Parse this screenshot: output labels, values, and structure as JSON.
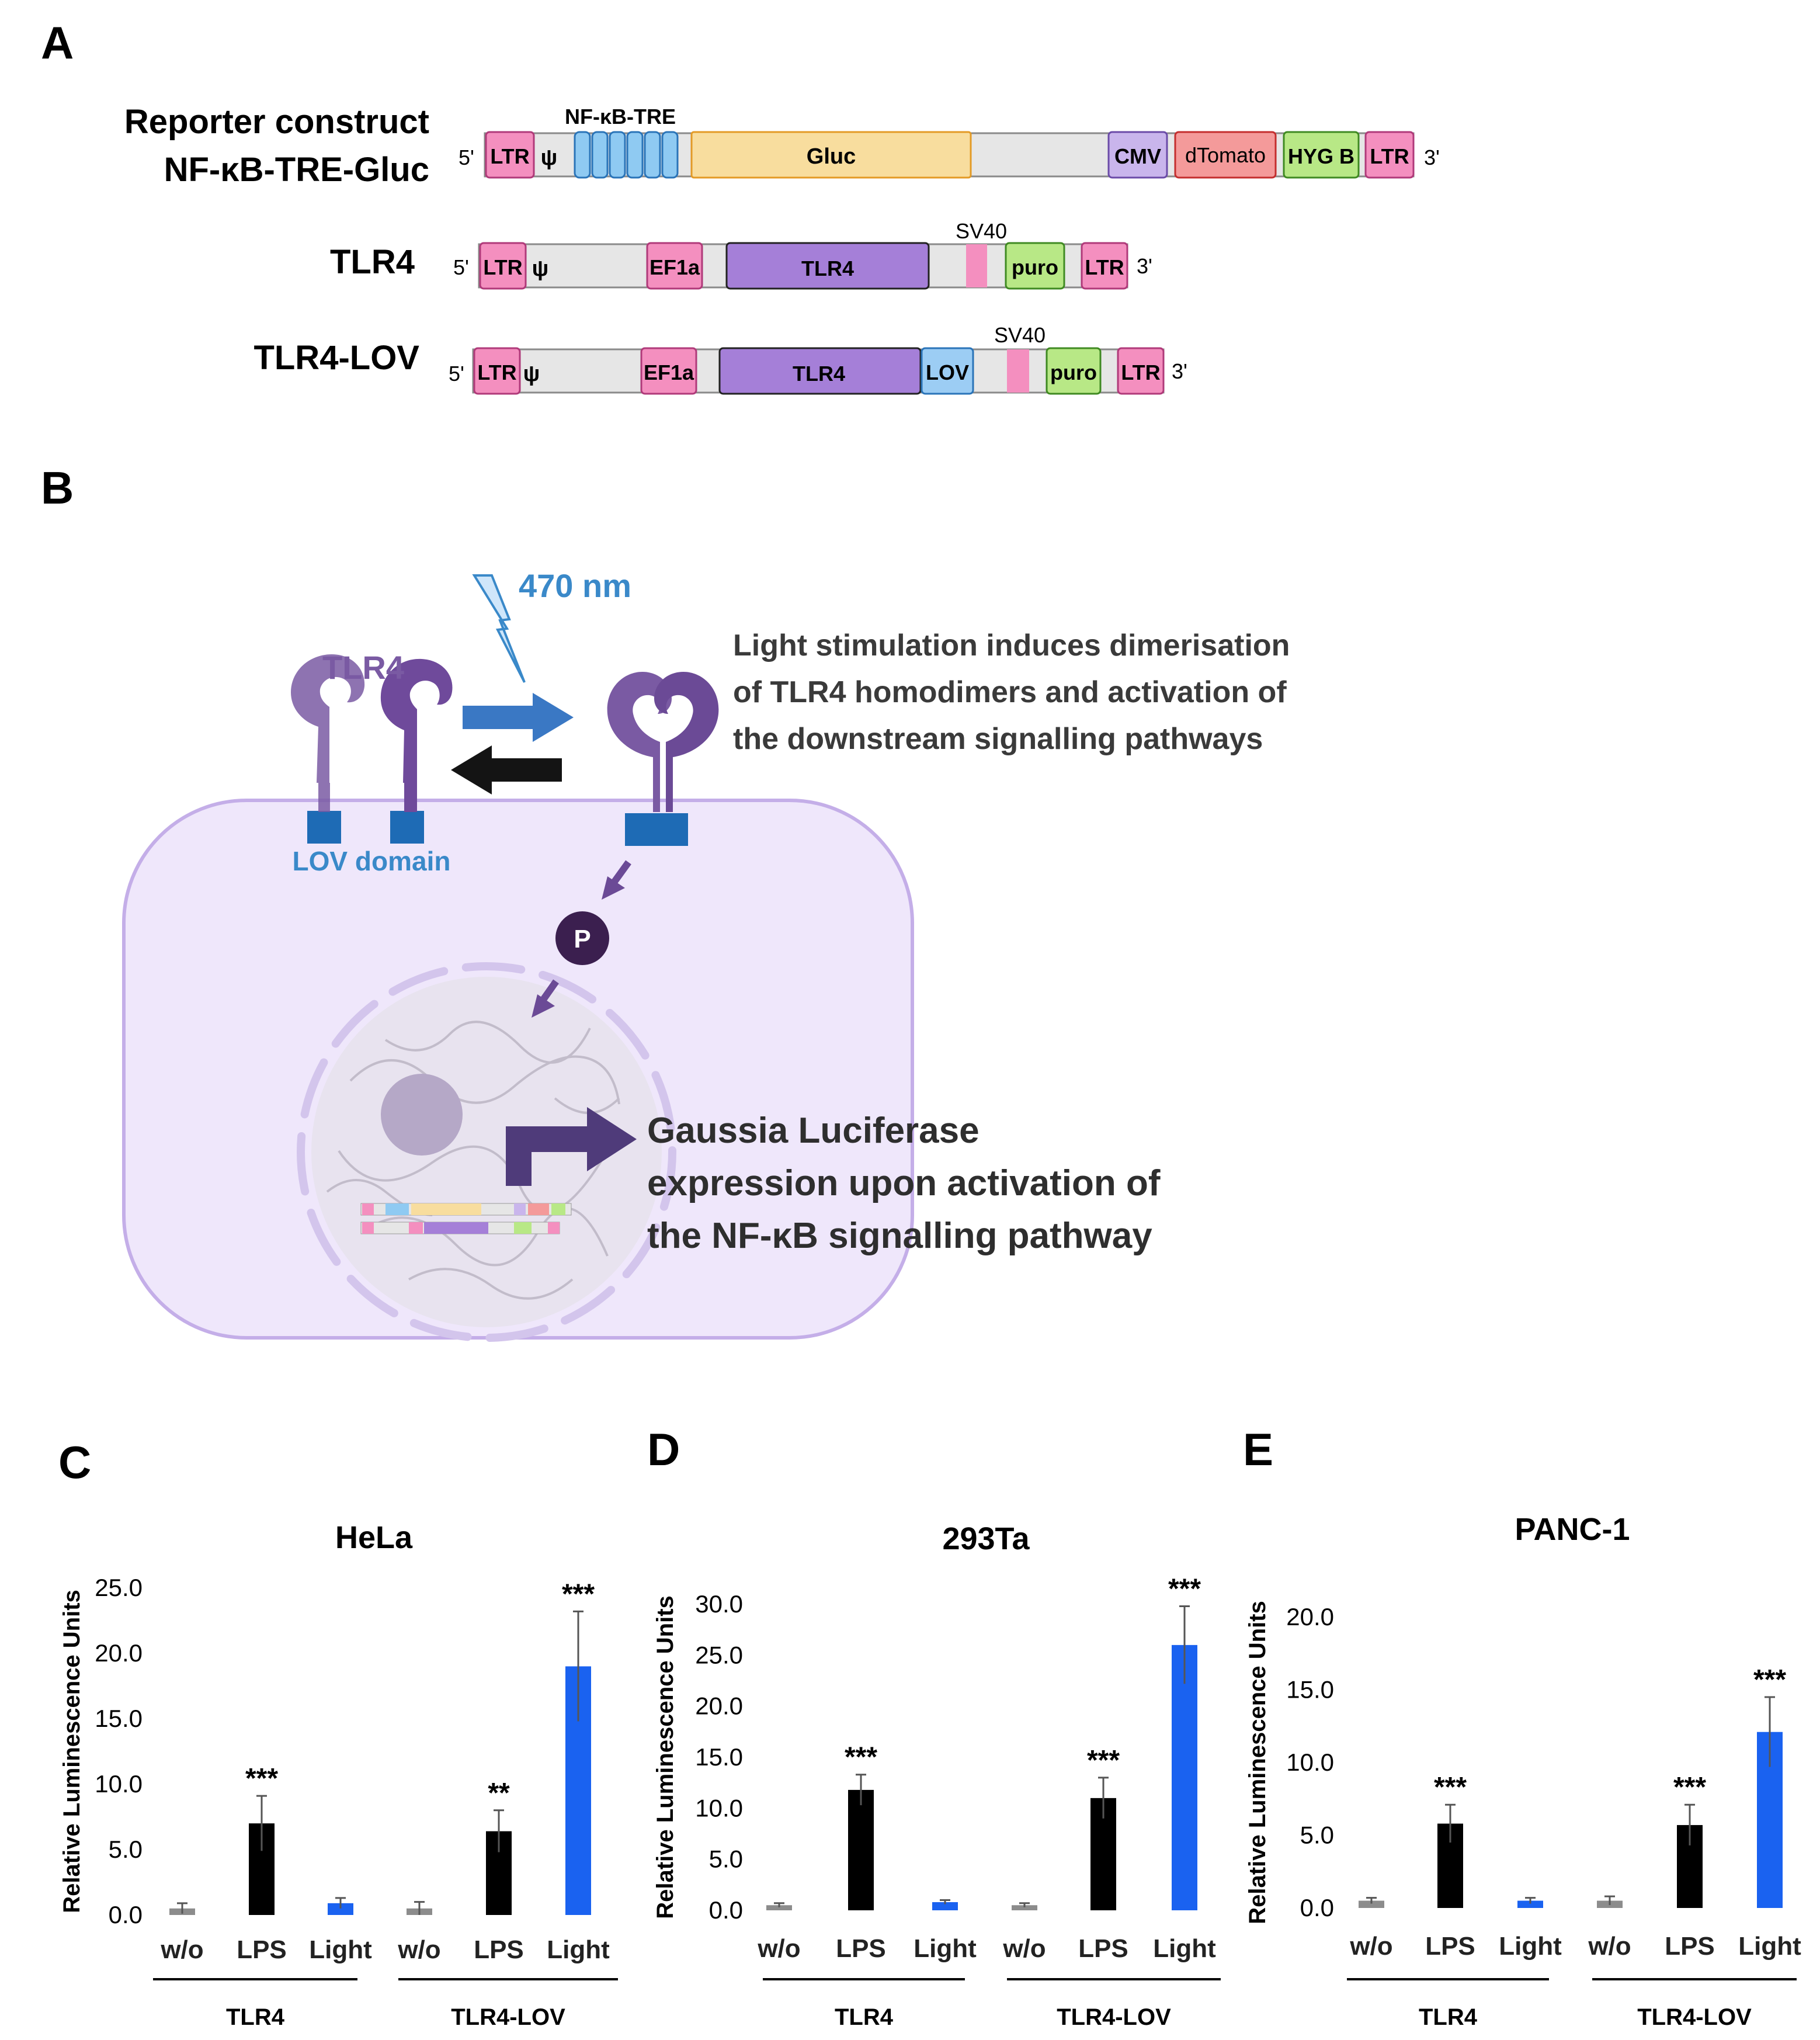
{
  "panels": {
    "a": "A",
    "b": "B",
    "c": "C",
    "d": "D",
    "e": "E"
  },
  "constructs": {
    "reporter": {
      "title_line1": "Reporter construct",
      "title_line2": "NF-κB-TRE-Gluc",
      "five": "5'",
      "three": "3'",
      "ltr": "LTR",
      "psi": "ψ",
      "tre_label": "NF-κB-TRE",
      "gluc": "Gluc",
      "cmv": "CMV",
      "dtomato": "dTomato",
      "hygb": "HYG B"
    },
    "tlr4": {
      "title": "TLR4",
      "five": "5'",
      "three": "3'",
      "ltr": "LTR",
      "psi": "ψ",
      "ef1a": "EF1a",
      "tlr4": "TLR4",
      "sv40": "SV40",
      "puro": "puro"
    },
    "tlr4lov": {
      "title": "TLR4-LOV",
      "five": "5'",
      "three": "3'",
      "ltr": "LTR",
      "psi": "ψ",
      "ef1a": "EF1a",
      "tlr4": "TLR4",
      "lov": "LOV",
      "sv40": "SV40",
      "puro": "puro"
    }
  },
  "schematic": {
    "wavelength": "470 nm",
    "receptor_label": "TLR4",
    "lov_label": "LOV domain",
    "light_text": [
      "Light stimulation induces dimerisation",
      "of TLR4 homodimers and activation of",
      "the downstream signalling pathways"
    ],
    "phospho": "P",
    "gluc_text": [
      "Gaussia Luciferase",
      "expression upon activation of",
      "the NF-κB signalling pathway"
    ]
  },
  "colors": {
    "ltr": "#f48fbf",
    "gluc": "#f8dd9e",
    "tre": "#8fcaf2",
    "cmv": "#c9b5ec",
    "dtomato": "#f49a9a",
    "green": "#b8e886",
    "tlr4": "#a57fd8",
    "lov": "#9ccdf4",
    "backbone": "#e6e6e6",
    "light_bar": "#1a62f0",
    "dark_bar": "#000000",
    "baseline_bar": "#8c8c8c",
    "receptor": "#7a5aa3",
    "lov_box": "#1e6bb5",
    "cell": "#efe7fb"
  },
  "chart_data": [
    {
      "type": "bar",
      "title": "HeLa",
      "ylabel": "Relative Luminescence Units",
      "categories": [
        "w/o",
        "LPS",
        "Light",
        "w/o",
        "LPS",
        "Light"
      ],
      "groups": [
        "TLR4",
        "TLR4-LOV"
      ],
      "values": [
        0.5,
        7.0,
        0.9,
        0.5,
        6.4,
        19.0
      ],
      "errors": [
        0.4,
        2.1,
        0.4,
        0.5,
        1.6,
        4.2
      ],
      "significance": [
        "",
        "***",
        "",
        "",
        "**",
        "***"
      ],
      "ylim": [
        0,
        25
      ],
      "yticks": [
        "0.0",
        "5.0",
        "10.0",
        "15.0",
        "20.0",
        "25.0"
      ],
      "grid": false
    },
    {
      "type": "bar",
      "title": "293Ta",
      "ylabel": "Relative Luminescence Units",
      "categories": [
        "w/o",
        "LPS",
        "Light",
        "w/o",
        "LPS",
        "Light"
      ],
      "groups": [
        "TLR4",
        "TLR4-LOV"
      ],
      "values": [
        0.5,
        11.8,
        0.8,
        0.5,
        11.0,
        26.0
      ],
      "errors": [
        0.2,
        1.5,
        0.2,
        0.2,
        2.0,
        3.8
      ],
      "significance": [
        "",
        "***",
        "",
        "",
        "***",
        "***"
      ],
      "ylim": [
        0,
        30
      ],
      "yticks": [
        "0.0",
        "5.0",
        "10.0",
        "15.0",
        "20.0",
        "25.0",
        "30.0"
      ],
      "grid": false
    },
    {
      "type": "bar",
      "title": "PANC-1",
      "ylabel": "Relative Luminescence Units",
      "categories": [
        "w/o",
        "LPS",
        "Light",
        "w/o",
        "LPS",
        "Light"
      ],
      "groups": [
        "TLR4",
        "TLR4-LOV"
      ],
      "values": [
        0.5,
        5.8,
        0.5,
        0.5,
        5.7,
        12.1
      ],
      "errors": [
        0.2,
        1.3,
        0.2,
        0.3,
        1.4,
        2.4
      ],
      "significance": [
        "",
        "***",
        "",
        "",
        "***",
        "***"
      ],
      "ylim": [
        0,
        20
      ],
      "yticks": [
        "0.0",
        "5.0",
        "10.0",
        "15.0",
        "20.0"
      ],
      "grid": false
    }
  ]
}
